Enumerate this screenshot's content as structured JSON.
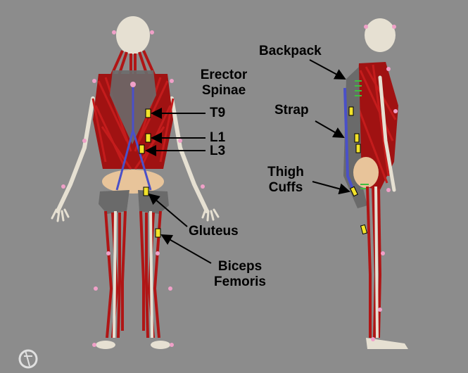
{
  "labels": {
    "erector_spinae": [
      "Erector",
      "Spinae"
    ],
    "t9": "T9",
    "l1": "L1",
    "l3": "L3",
    "gluteus": "Gluteus",
    "biceps_femoris": [
      "Biceps",
      "Femoris"
    ],
    "backpack": "Backpack",
    "strap": "Strap",
    "thigh_cuffs": [
      "Thigh",
      "Cuffs"
    ]
  },
  "colors": {
    "background": "#8c8c8c",
    "muscle": "#b01515",
    "bone": "#e6e0d2",
    "exoskeleton": "#6a6a6a",
    "strap": "#4a50c8",
    "sensor": "#f2e22a",
    "marker": "#f0a0c8",
    "pelvis": "#e8c49a",
    "attachment": "#3fbf3f"
  },
  "logo": "logo-icon"
}
